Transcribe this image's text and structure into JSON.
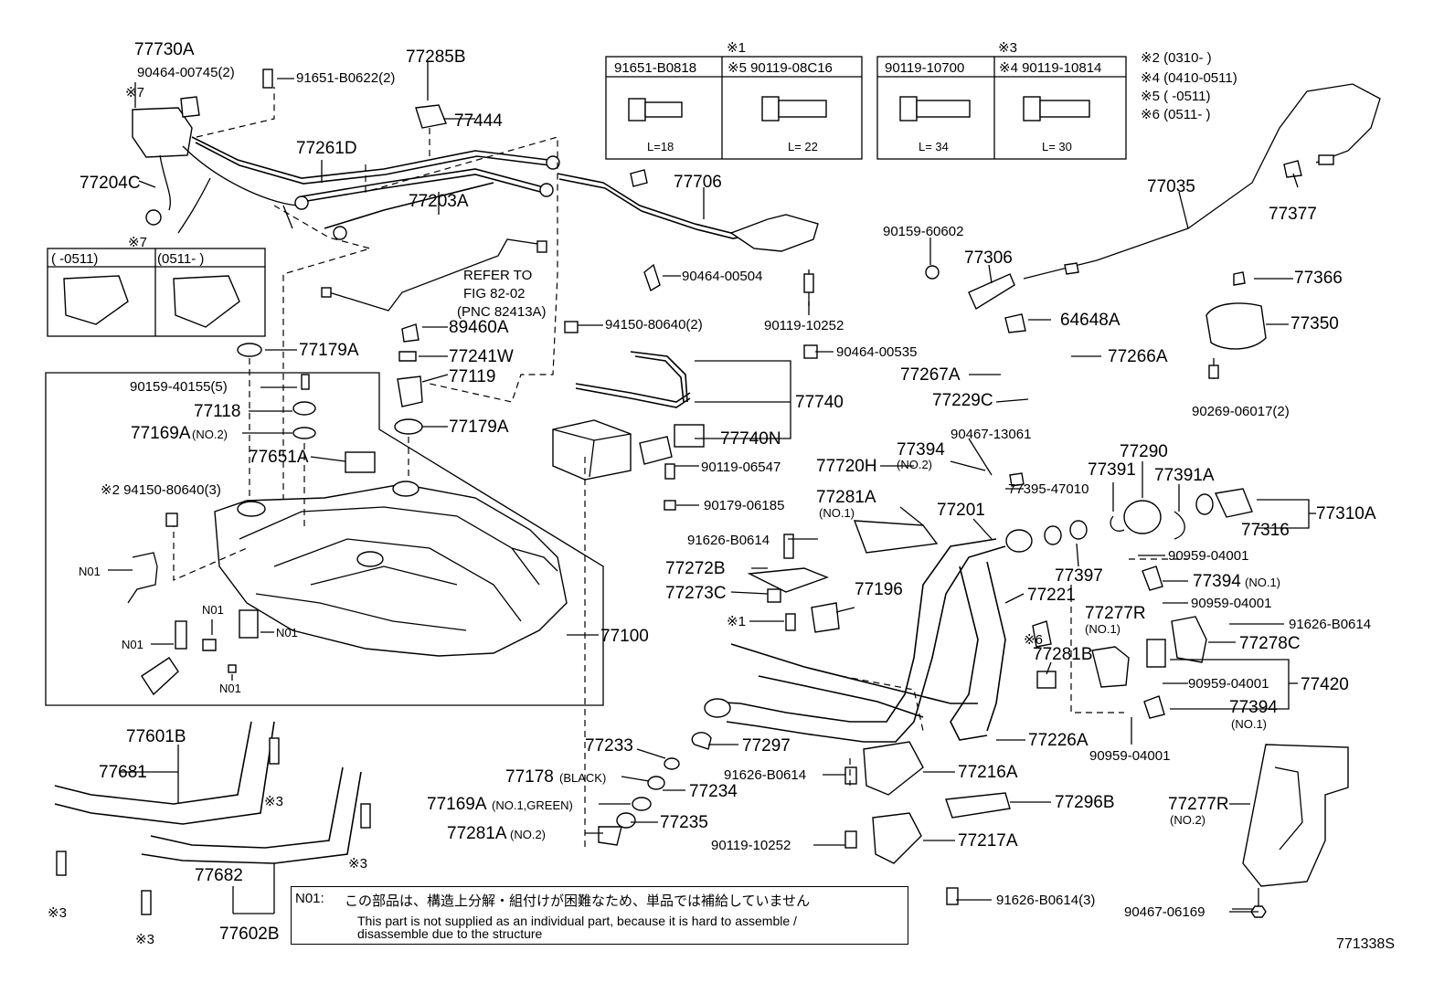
{
  "labels": {
    "p77730A": "77730A",
    "p90464_00745": "90464-00745(2)",
    "p91651_B0622": "91651-B0622(2)",
    "p77285B": "77285B",
    "p77444": "77444",
    "p77261D": "77261D",
    "p77204C": "77204C",
    "p77203A": "77203A",
    "p77706": "77706",
    "p77035": "77035",
    "p77377": "77377",
    "p90159_60602": "90159-60602",
    "p77306": "77306",
    "p64648A": "64648A",
    "p77366": "77366",
    "p77350": "77350",
    "p90269_06017": "90269-06017(2)",
    "refer1": "REFER TO",
    "refer2": "FIG 82-02",
    "refer3": "(PNC 82413A)",
    "p90464_00504": "90464-00504",
    "p94150_80640_2": "94150-80640(2)",
    "p90119_10252a": "90119-10252",
    "p89460A": "89460A",
    "p77179A_1": "77179A",
    "p77241W": "77241W",
    "p90159_40155": "90159-40155(5)",
    "p77119": "77119",
    "p77118": "77118",
    "p77169A_no2": "77169A",
    "p77169A_no2_sub": "(NO.2)",
    "p77179A_2": "77179A",
    "p77651A": "77651A",
    "p94150_80640_3": "※2 94150-80640(3)",
    "p90464_00535": "90464-00535",
    "p77267A": "77267A",
    "p77266A": "77266A",
    "p77229C": "77229C",
    "p77740": "77740",
    "p77740N": "77740N",
    "p90467_13061": "90467-13061",
    "p77720H": "77720H",
    "p77394_no2": "77394",
    "p77394_no2_sub": "(NO.2)",
    "p90119_06547": "90119-06547",
    "p77395_47010": "77395-47010",
    "p90179_06185": "90179-06185",
    "p77281A_no1": "77281A",
    "p77281A_no1_sub": "(NO.1)",
    "p77201": "77201",
    "p77391": "77391",
    "p77290": "77290",
    "p77391A": "77391A",
    "p77310A": "77310A",
    "p77316": "77316",
    "p91626_B0614a": "91626-B0614",
    "p77397": "77397",
    "p90959_04001a": "90959-04001",
    "p77272B": "77272B",
    "p77394_no1a": "77394",
    "p77394_no1a_sub": "(NO.1)",
    "p77273C": "77273C",
    "p77196": "77196",
    "p77221": "77221",
    "p90959_04001b": "90959-04001",
    "p77277R_no1": "77277R",
    "p77277R_no1_sub": "(NO.1)",
    "p91626_B0614b": "91626-B0614",
    "star1": "※1",
    "star6": "※6",
    "p77281B": "77281B",
    "p77278C": "77278C",
    "p77100": "77100",
    "p90959_04001c": "90959-04001",
    "p77420": "77420",
    "p77394_no1b": "77394",
    "p77394_no1b_sub": "(NO.1)",
    "p77226A": "77226A",
    "p90959_04001d": "90959-04001",
    "p77233": "77233",
    "p77297": "77297",
    "p77178": "77178",
    "p77178_sub": "(BLACK)",
    "p91626_B0614c": "91626-B0614",
    "p77216A": "77216A",
    "p77169A_no1": "77169A",
    "p77169A_no1_sub": "(NO.1,GREEN)",
    "p77234": "77234",
    "p77296B": "77296B",
    "p77277R_no2": "77277R",
    "p77277R_no2_sub": "(NO.2)",
    "p77281A_no2": "77281A",
    "p77281A_no2_sub": "(NO.2)",
    "p77235": "77235",
    "p90119_10252b": "90119-10252",
    "p77217A": "77217A",
    "p77601B": "77601B",
    "p77681": "77681",
    "p77682": "77682",
    "p77602B": "77602B",
    "p91626_B0614_3": "91626-B0614(3)",
    "p90467_06169": "90467-06169",
    "star7a": "※7",
    "star7b": "※7",
    "n01": "N01",
    "star3": "※3",
    "range_a": "(     -0511)",
    "range_b": "(0511-     )"
  },
  "boltTable1": {
    "header": "※1",
    "col1": "91651-B0818",
    "col2": "※5 90119-08C16",
    "len1": "L=18",
    "len2": "L= 22"
  },
  "boltTable2": {
    "header": "※3",
    "col1": "90119-10700",
    "col2": "※4 90119-10814",
    "len1": "L= 34",
    "len2": "L= 30"
  },
  "ranges": [
    "※2 (0310-      )",
    "※4 (0410-0511)",
    "※5 (      -0511)",
    "※6 (0511-      )"
  ],
  "note": {
    "code": "N01:",
    "jp": "この部品は、構造上分解・組付けが困難なため、単品では補給していません",
    "en1": "This part is not supplied as an individual part, because it is hard to assemble /",
    "en2": "disassemble due to the structure"
  },
  "diagram_id": "771338S"
}
